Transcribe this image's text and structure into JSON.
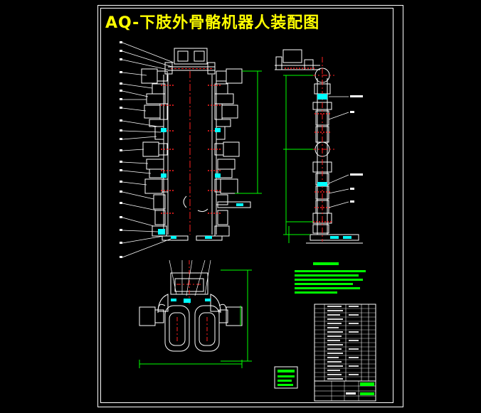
{
  "drawing": {
    "title": "AQ-下肢外骨骼机器人装配图",
    "colors": {
      "background": "#000000",
      "frame": "#ffffff",
      "outline": "#ffffff",
      "title": "#ffff00",
      "centerline": "#ff2020",
      "dimension": "#00ff00",
      "joint": "#00ffff",
      "leader": "#ffffff"
    },
    "views": [
      "front-view",
      "side-view",
      "top-view",
      "technical-notes",
      "parts-list",
      "title-block"
    ]
  }
}
